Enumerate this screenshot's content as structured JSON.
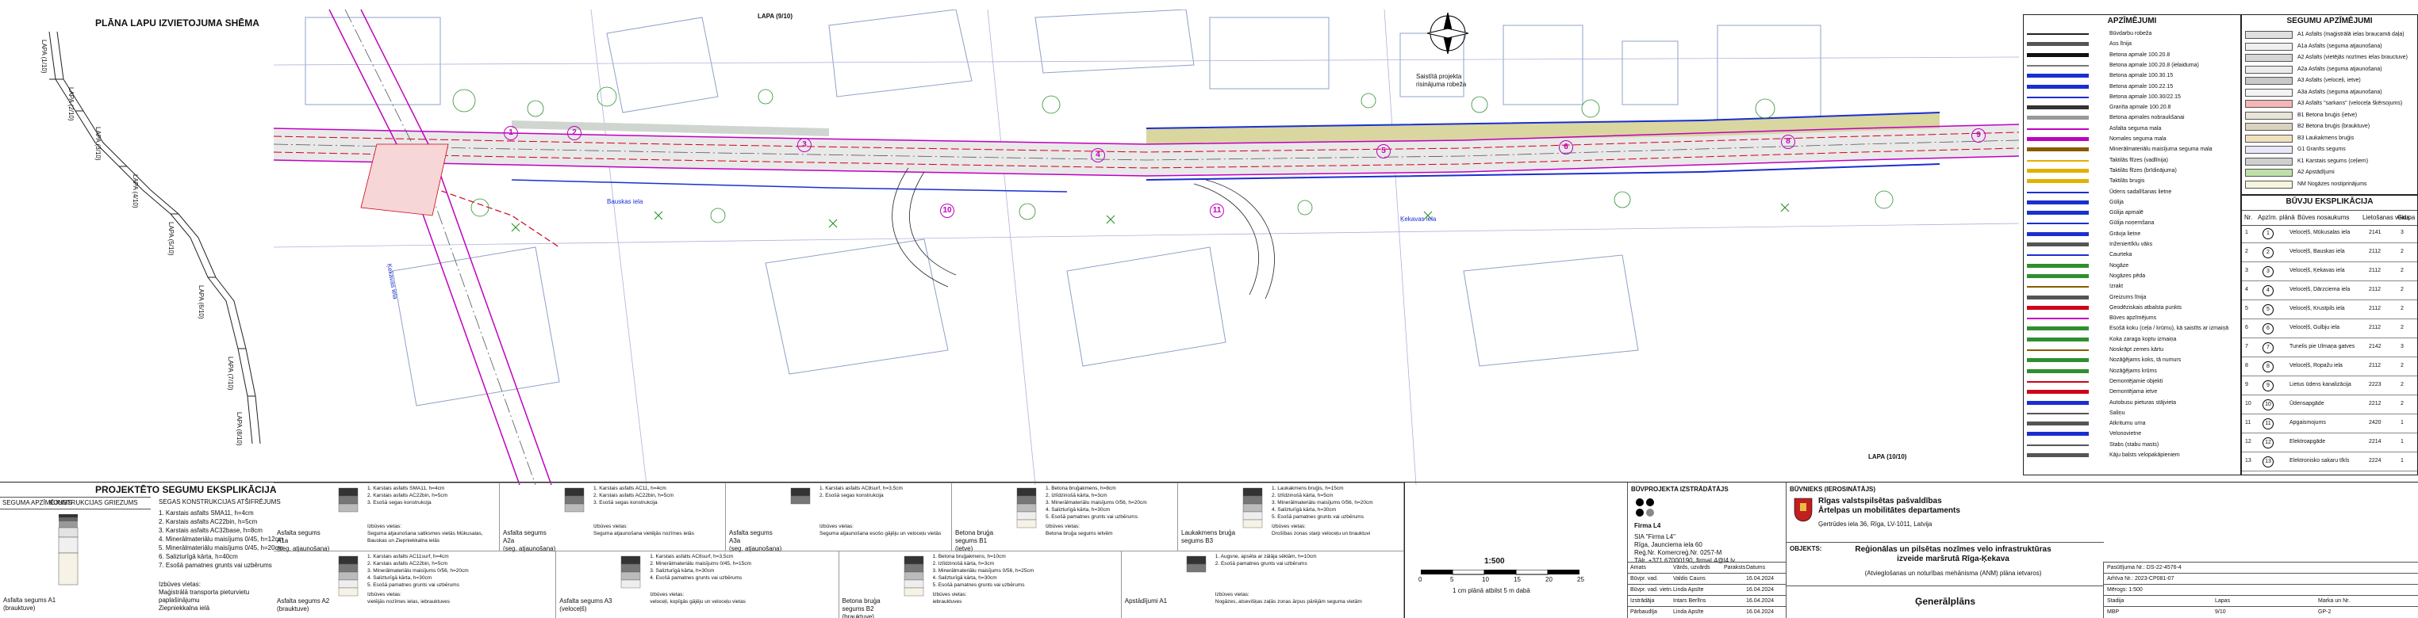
{
  "key_plan": {
    "title": "PLĀNA LAPU IZVIETOJUMA SHĒMA",
    "sheet_labels": [
      "LAPA (1/10)",
      "LAPA (2/10)",
      "LAPA (3/10)",
      "LAPA (4/10)",
      "LAPA (5/10)",
      "LAPA (6/10)",
      "LAPA (7/10)",
      "LAPA (8/10)"
    ]
  },
  "plan": {
    "sheet_top": "LAPA (9/10)",
    "sheet_bottom": "LAPA (10/10)",
    "north_note": "Saistītā projekta\nrisinājuma robeža",
    "plan_labels": [
      "Ķekavas iela",
      "Ķekavas iela",
      "Bauskas iela"
    ],
    "callouts": [
      "1",
      "2",
      "3",
      "4",
      "5",
      "6",
      "8",
      "9",
      "10",
      "11"
    ]
  },
  "legend": {
    "title": "APZĪMĒJUMI",
    "items": [
      "Būvdarbu robeža",
      "Ass līnija",
      "Betona apmale 100.20.8",
      "Betona apmale 100.20.8 (ielaiduma)",
      "Betona apmale 100.30.15",
      "Betona apmale 100.22.15",
      "Betona apmale 100.30/22.15",
      "Granīta apmale 100.20.8",
      "Betona apmales nobraukšanai",
      "Asfalta seguma mala",
      "Nomales seguma mala",
      "Minerālmateriālu maisījuma seguma mala",
      "Taktilās flīzes (vadlīnija)",
      "Taktilās flīzes (brīdinājuma)",
      "Taktilās brugis",
      "Ūdens sadalīšanas lietne",
      "Gūlija",
      "Gūlija apmalē",
      "Gūlija noņemšana",
      "Grāvja lietne",
      "Inženiertīklu vāks",
      "Caurteka",
      "Nogāze",
      "Nogāzes pēda",
      "Izrakt",
      "Greizums līnija",
      "Ģeodēziskais atbalsta punkts",
      "Būves apzīmējums",
      "Esošā koku (ceļa / krūmu), kā saistīts ar izmaiņām",
      "Koka zaraga koptu izmaiņa",
      "Noskrāpt zemes kārtu",
      "Nozāģējams koks, tā numurs",
      "Nozāģējams krūms",
      "Demontējamie objekti",
      "Demontējama ietve",
      "Autobusu pieturas stājvieta",
      "Saliņu",
      "Atkritumu urna",
      "Velonovietne",
      "Stabs (stabu masts)",
      "Kāju balsts velopakāpieniem"
    ]
  },
  "pavement_legend": {
    "title": "SEGUMU APZĪMĒJUMI",
    "items": [
      "A1 Asfalts (maģistrālā ielas braucamā daļa)",
      "A1a Asfalts (seguma atjaunošana)",
      "A2 Asfalts (vietējās nozīmes ielas brauctuve)",
      "A2a Asfalts (seguma atjaunošana)",
      "A3 Asfalts (veloceļi, ietve)",
      "A3a Asfalts (seguma atjaunošana)",
      "A3 Asfalts \"sarkans\" (veloceļa šķērsojums)",
      "B1 Betona bruģis (ietve)",
      "B2 Betona bruģis (brauktuve)",
      "B3 Laukakmens bruģis",
      "G1 Granīts segums",
      "K1 Karstais segums (ceļiem)",
      "A2 Apstādījumi",
      "NM Nogāzes nostiprinājums"
    ]
  },
  "structures": {
    "title": "BŪVJU EKSPLIKĀCIJA",
    "headers": [
      "Nr.",
      "Apzīm. plānā",
      "Būves nosaukums",
      "Lietošanas veids",
      "Grupa"
    ],
    "rows": [
      {
        "nr": "1",
        "name": "Veloceļš, Mūkusalas iela",
        "code": "2141",
        "group": "3"
      },
      {
        "nr": "2",
        "name": "Veloceļš, Bauskas iela",
        "code": "2112",
        "group": "2"
      },
      {
        "nr": "3",
        "name": "Veloceļš, Ķekavas iela",
        "code": "2112",
        "group": "2"
      },
      {
        "nr": "4",
        "name": "Veloceļš, Dārzciema iela",
        "code": "2112",
        "group": "2"
      },
      {
        "nr": "5",
        "name": "Veloceļš, Krustpils iela",
        "code": "2112",
        "group": "2"
      },
      {
        "nr": "6",
        "name": "Veloceļš, Gulbju iela",
        "code": "2112",
        "group": "2"
      },
      {
        "nr": "7",
        "name": "Tunelis pie Ulmaņa gatves",
        "code": "2142",
        "group": "3"
      },
      {
        "nr": "8",
        "name": "Veloceļš, Ropažu iela",
        "code": "2112",
        "group": "2"
      },
      {
        "nr": "9",
        "name": "Lietus ūdens kanalizācija",
        "code": "2223",
        "group": "2"
      },
      {
        "nr": "10",
        "name": "Ūdensapgāde",
        "code": "2212",
        "group": "2"
      },
      {
        "nr": "11",
        "name": "Apgaismojums",
        "code": "2420",
        "group": "1"
      },
      {
        "nr": "12",
        "name": "Elektroapgāde",
        "code": "2214",
        "group": "1"
      },
      {
        "nr": "13",
        "name": "Elektronisko sakaru tīkls",
        "code": "2224",
        "group": "1"
      }
    ]
  },
  "pavement_sched": {
    "title": "PROJEKTĒTO SEGUMU EKSPLIKĀCIJA",
    "col_headers": [
      "SEGUMA APZĪMĒJUMS",
      "KONSTRUKCIJAS GRIEZUMS",
      "SEGAS KONSTRUKCIJAS ATŠIFRĒJUMS"
    ],
    "first": {
      "code": "A1",
      "label": "Asfalta segums A1\n(brauktuve)",
      "layers": [
        "1. Karstais asfalts SMA11, h=4cm",
        "2. Karstais asfalts AC22bin, h=5cm",
        "3. Karstais asfalts AC32base, h=8cm",
        "4. Minerālmateriālu maisījums 0/45, h=12cm",
        "5. Minerālmateriālu maisījums 0/45, h=20cm",
        "6. Salizturīgā kārta, h=40cm",
        "7. Esošā pamatnes grunts vai uzbērums"
      ],
      "note": "Izbūves vietas:\nMaģistrālā transporta pieturvietu paplašinājumu\nZiepniekkalna ielā"
    },
    "blocks": [
      {
        "label": "Asfalta segums A1a\n(seg. atjaunošana)",
        "lines": [
          "1. Karstais asfalts SMA11, h=4cm",
          "2. Karstais asfalts AC22bin, h=5cm",
          "3. Esošā segas konstrukcija"
        ],
        "note": "Izbūves vietas:\nSeguma atjaunošana satiksmes vietās Mūkusalas,\nBauskas un Ziepniekkalna ielās"
      },
      {
        "label": "Asfalta segums A2a\n(seg. atjaunošana)",
        "lines": [
          "1. Karstais asfalts AC11, h=4cm",
          "2. Karstais asfalts AC22bin, h=5cm",
          "3. Esošā segas konstrukcija"
        ],
        "note": "Izbūves vietas:\nSeguma atjaunošana vietējās nozīmes ielās"
      },
      {
        "label": "Asfalta segums A3a\n(seg. atjaunošana)",
        "lines": [
          "1. Karstais asfalts AC8surf, h=3,5cm",
          "2. Esošā segas konstrukcija"
        ],
        "note": "Izbūves vietas:\nSeguma atjaunošana esošo gājēju un veloceļu vietās"
      },
      {
        "label": "Betona bruģa segums B1\n(ietve)",
        "lines": [
          "1. Betona bruģakmens, h=8cm",
          "2. Izlīdzinošā kārta, h=3cm",
          "3. Minerālmateriālu maisījums 0/56, h=20cm",
          "4. Salizturīgā kārta, h=30cm",
          "5. Esošā pamatnes grunts vai uzbērums"
        ],
        "note": "Izbūves vietas:\nBetona bruģa segums ietvēm"
      },
      {
        "label": "Laukakmens bruģa segums B3",
        "lines": [
          "1. Laukakmens bruģis, h=15cm",
          "2. Izlīdzinošā kārta, h=5cm",
          "3. Minerālmateriālu maisījums 0/56, h=20cm",
          "4. Salizturīgā kārta, h=30cm",
          "5. Esošā pamatnes grunts vai uzbērums"
        ],
        "note": "Izbūves vietas:\nDrošības zonas starp veloceļu un brauktuvi"
      }
    ],
    "second_row": [
      {
        "label": "Asfalta segums A2\n(brauktuve)",
        "lines": [
          "1. Karstais asfalts AC11surf, h=4cm",
          "2. Karstais asfalts AC22bin, h=5cm",
          "3. Minerālmateriālu maisījums 0/56, h=20cm",
          "4. Salizturīgā kārta, h=30cm",
          "5. Esošā pamatnes grunts vai uzbērums"
        ],
        "note": "Izbūves vietas:\nvietējās nozīmes ielas, iebrauktuves"
      },
      {
        "label": "Asfalta segums A3\n(veloceļš)",
        "lines": [
          "1. Karstais asfalts AC8surf, h=3,5cm",
          "2. Minerālmateriālu maisījums 0/45, h=15cm",
          "3. Salizturīgā kārta, h=30cm",
          "4. Esošā pamatnes grunts vai uzbērums"
        ],
        "note": "Izbūves vietas:\nveloceļi, kopīgās gājēju un veloceļu vietas"
      },
      {
        "label": "Betona bruģa segums B2\n(brauktuve)",
        "lines": [
          "1. Betona bruģakmens, h=10cm",
          "2. Izlīdzinošā kārta, h=3cm",
          "3. Minerālmateriālu maisījums 0/56, h=25cm",
          "4. Salizturīgā kārta, h=30cm",
          "5. Esošā pamatnes grunts vai uzbērums"
        ],
        "note": "Izbūves vietas:\niebrauktuves"
      },
      {
        "label": "Apstādījumi A1",
        "lines": [
          "1. Augsne, apsēta ar zālāja sēklām, h=10cm",
          "2. Esošā pamatnes grunts vai uzbērums"
        ],
        "note": "Izbūves vietas:\nNogāzes, atsevišķas zaļās zonas ārpus pārējām seguma vietām"
      }
    ]
  },
  "title_block": {
    "designer_caption": "BŪVPROJEKTA IZSTRĀDĀTĀJS",
    "designer_name": "Firma L4",
    "designer_address": "SIA \"Firma L4\"\nRīga, Jaunciema iela 60\nReģ.Nr. Komercreģ.Nr. 0257-M\nTālr. +371 67000190, firmaL4@l4.lv",
    "client_caption": "BŪVNIEKS (IEROSINĀTĀJS)",
    "client_name": "Rīgas valstspilsētas pašvaldības\nĀrtelpas un mobilitātes departaments",
    "client_address": "Ģertrūdes iela 36, Rīga, LV-1011, Latvija",
    "object_caption": "OBJEKTS:",
    "object_name": "Reģionālas un pilsētas nozīmes velo infrastruktūras\nizveide maršrutā Rīga-Ķekava",
    "object_sub": "(Atvieglošanas un noturības mehānisma (ANM) plāna ietvaros)",
    "sheet_title": "Ģenerālplāns",
    "scale_label": "1:500",
    "scale_note": "1 cm plānā atbilst 5 m dabā",
    "scale_ticks": [
      "0",
      "5",
      "10",
      "15",
      "20",
      "25"
    ],
    "roles": [
      {
        "role": "Amats",
        "name": "Vārds, uzvārds",
        "sign": "Paraksts",
        "date": "Datums"
      },
      {
        "role": "Būvpr. vad.",
        "name": "Valdis Cauns",
        "sign": "",
        "date": "16.04.2024"
      },
      {
        "role": "Būvpr. vad. vietn.",
        "name": "Linda Apsīte",
        "sign": "",
        "date": "16.04.2024"
      },
      {
        "role": "Izstrādāja",
        "name": "Intars Berlīns",
        "sign": "",
        "date": "16.04.2024"
      },
      {
        "role": "Pārbaudīja",
        "name": "Linda Apsīte",
        "sign": "",
        "date": "16.04.2024"
      }
    ],
    "project_no_label": "Pasūtījuma Nr.: DS-22-4576-4",
    "arhive_label": "Arhīva Nr.: 2023-CP081-07",
    "scale_field": "Mērogs: 1:500",
    "stage_head": [
      "Stadija",
      "Lapas",
      "Marka un Nr."
    ],
    "stage_vals": [
      "MBP",
      "9/10",
      "GP-2"
    ]
  },
  "colors": {
    "red": "#d0021b",
    "blue": "#1a2fd1",
    "magenta": "#c000c0",
    "green": "#2f8f2f",
    "olive": "#d9d6a0",
    "grey": "#9a9a9a"
  }
}
